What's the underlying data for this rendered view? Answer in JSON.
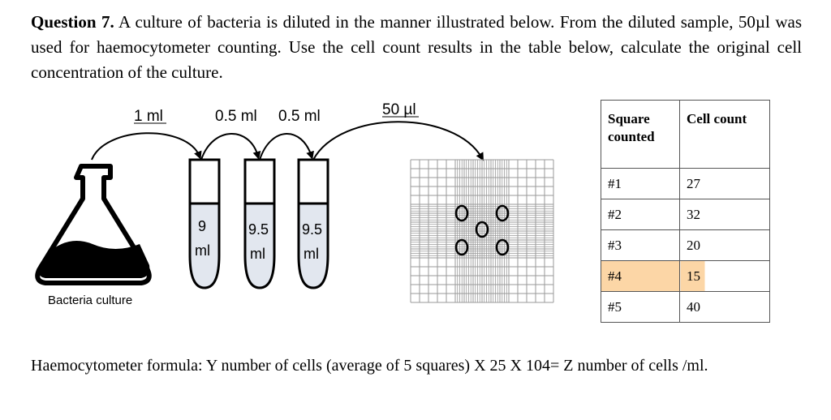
{
  "question": {
    "label": "Question 7.",
    "text": " A culture of bacteria is diluted in the manner illustrated below. From the diluted sample, 50µl was used for haemocytometer counting. Use the cell count results in the table below, calculate the original cell concentration of the culture."
  },
  "diagram": {
    "transfer_labels": [
      "1 ml",
      "0.5 ml",
      "0.5 ml",
      "50 µl"
    ],
    "tubes": [
      {
        "volume": "9",
        "unit": "ml"
      },
      {
        "volume": "9.5",
        "unit": "ml"
      },
      {
        "volume": "9.5",
        "unit": "ml"
      }
    ],
    "flask_label": "Bacteria culture"
  },
  "table": {
    "headers": [
      [
        "Square",
        "counted"
      ],
      [
        "Cell count"
      ]
    ],
    "rows": [
      {
        "square": "#1",
        "count": "27"
      },
      {
        "square": "#2",
        "count": "32"
      },
      {
        "square": "#3",
        "count": "20"
      },
      {
        "square": "#4",
        "count": "15"
      },
      {
        "square": "#5",
        "count": "40"
      }
    ],
    "highlight_row": "#4",
    "highlight_color": "#fcd6a6"
  },
  "formula": "Haemocytometer formula: Y number of cells (average of 5 squares) X 25 X 104= Z number of cells /ml."
}
